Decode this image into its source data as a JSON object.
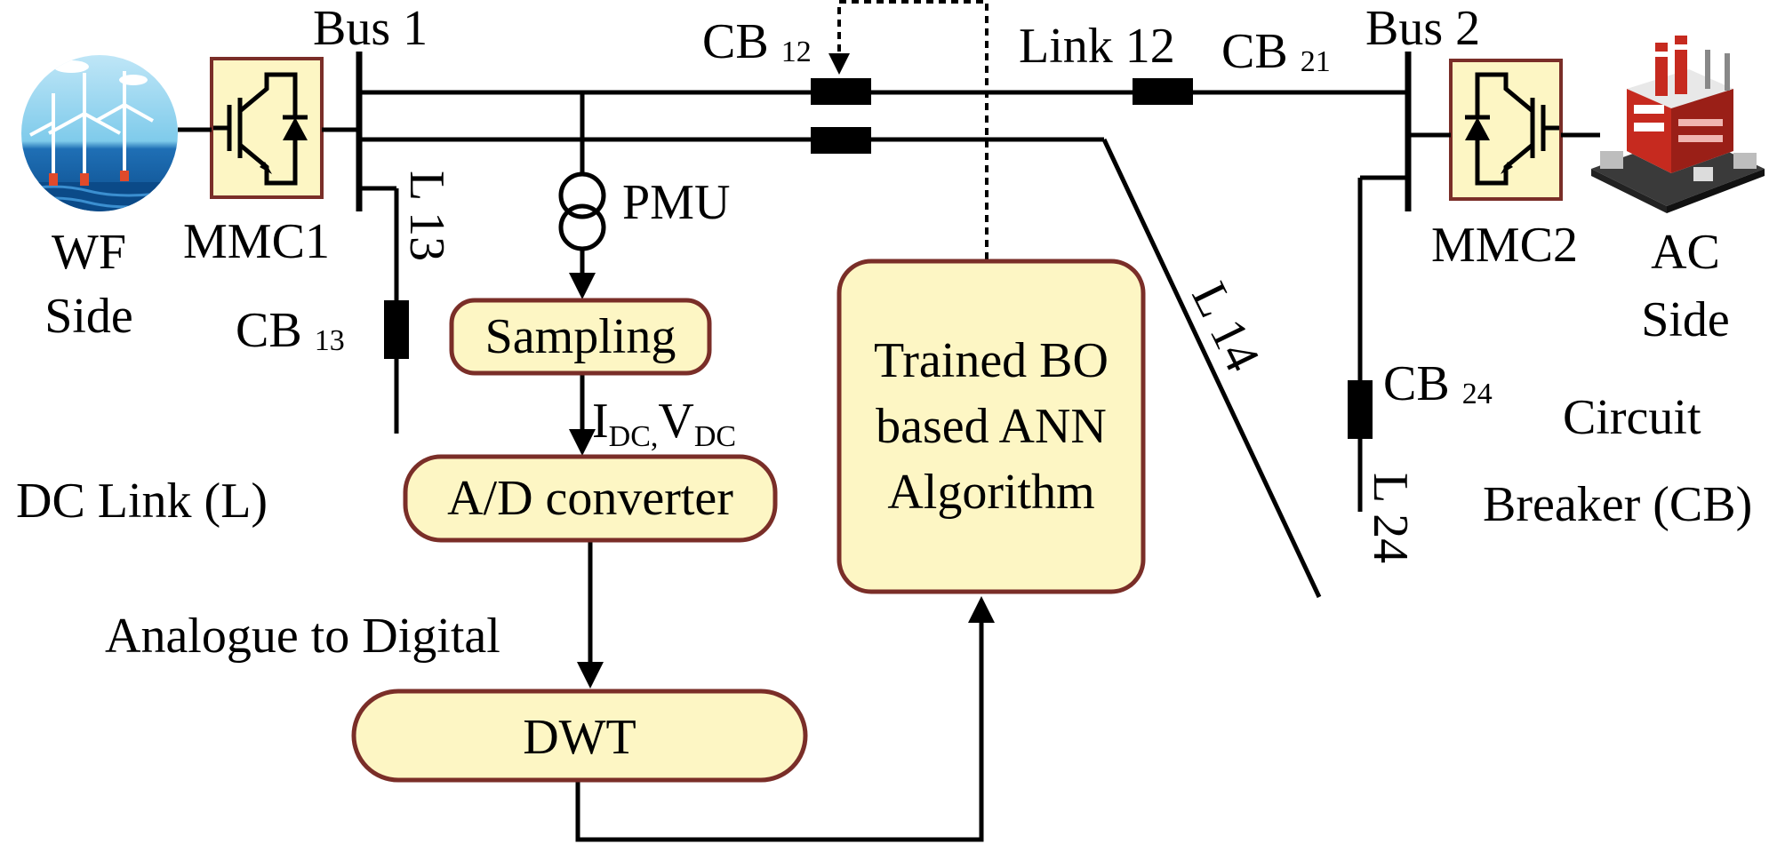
{
  "labels": {
    "bus1": "Bus 1",
    "bus2": "Bus 2",
    "cb12": "CB",
    "cb12_sub": "12",
    "link12": "Link 12",
    "cb21": "CB",
    "cb21_sub": "21",
    "cb13": "CB",
    "cb13_sub": "13",
    "cb24": "CB",
    "cb24_sub": "24",
    "l13": "L 13",
    "l14": "L 14",
    "l24": "L 24",
    "pmu": "PMU",
    "wf_side_1": "WF",
    "wf_side_2": "Side",
    "ac_side_1": "AC",
    "ac_side_2": "Side",
    "mmc1": "MMC1",
    "mmc2": "MMC2",
    "dc_link": "DC Link (L)",
    "circuit_1": "Circuit",
    "circuit_2": "Breaker (CB)",
    "analogue_to_digital": "Analogue to Digital",
    "signals": {
      "i": "I",
      "i_sub": "DC,",
      "v": "V",
      "v_sub": "DC"
    }
  },
  "blocks": {
    "sampling": "Sampling",
    "adc": "A/D converter",
    "dwt": "DWT",
    "ann_1": "Trained BO",
    "ann_2": "based ANN",
    "ann_3": "Algorithm"
  },
  "colors": {
    "block_fill": "#fdf6c4",
    "block_stroke": "#7a2e28",
    "wire": "#000000"
  }
}
